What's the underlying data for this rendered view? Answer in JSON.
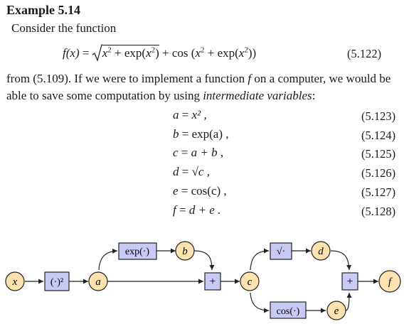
{
  "heading": "Example 5.14",
  "intro": "Consider the function",
  "main_equation": {
    "text": "f(x) = √(x² + exp(x²)) + cos (x² + exp(x²))",
    "number": "(5.122)"
  },
  "paragraph": {
    "part1": "from (5.109). If we were to implement a function ",
    "fvar": "f",
    "part2": " on a computer, we would be able to save some computation by using ",
    "emph": "intermediate variables",
    "part3": ":"
  },
  "equations": [
    {
      "lhs": "a",
      "rhs": "x² ,",
      "number": "(5.123)"
    },
    {
      "lhs": "b",
      "rhs": "exp(a) ,",
      "number": "(5.124)"
    },
    {
      "lhs": "c",
      "rhs": "a + b ,",
      "number": "(5.125)"
    },
    {
      "lhs": "d",
      "rhs": "√c ,",
      "number": "(5.126)"
    },
    {
      "lhs": "e",
      "rhs": "cos(c) ,",
      "number": "(5.127)"
    },
    {
      "lhs": "f",
      "rhs": "d + e .",
      "number": "(5.128)"
    }
  ],
  "graph": {
    "nodes": {
      "x": "x",
      "a": "a",
      "b": "b",
      "c": "c",
      "d": "d",
      "e": "e",
      "f": "f"
    },
    "ops": {
      "square": "(·)²",
      "exp": "exp(·)",
      "plus1": "+",
      "sqrt": "√·",
      "cos": "cos(·)",
      "plus2": "+"
    },
    "colors": {
      "variable_fill": "#fde2b0",
      "operation_fill": "#c9c9f5",
      "stroke": "#222222"
    }
  }
}
